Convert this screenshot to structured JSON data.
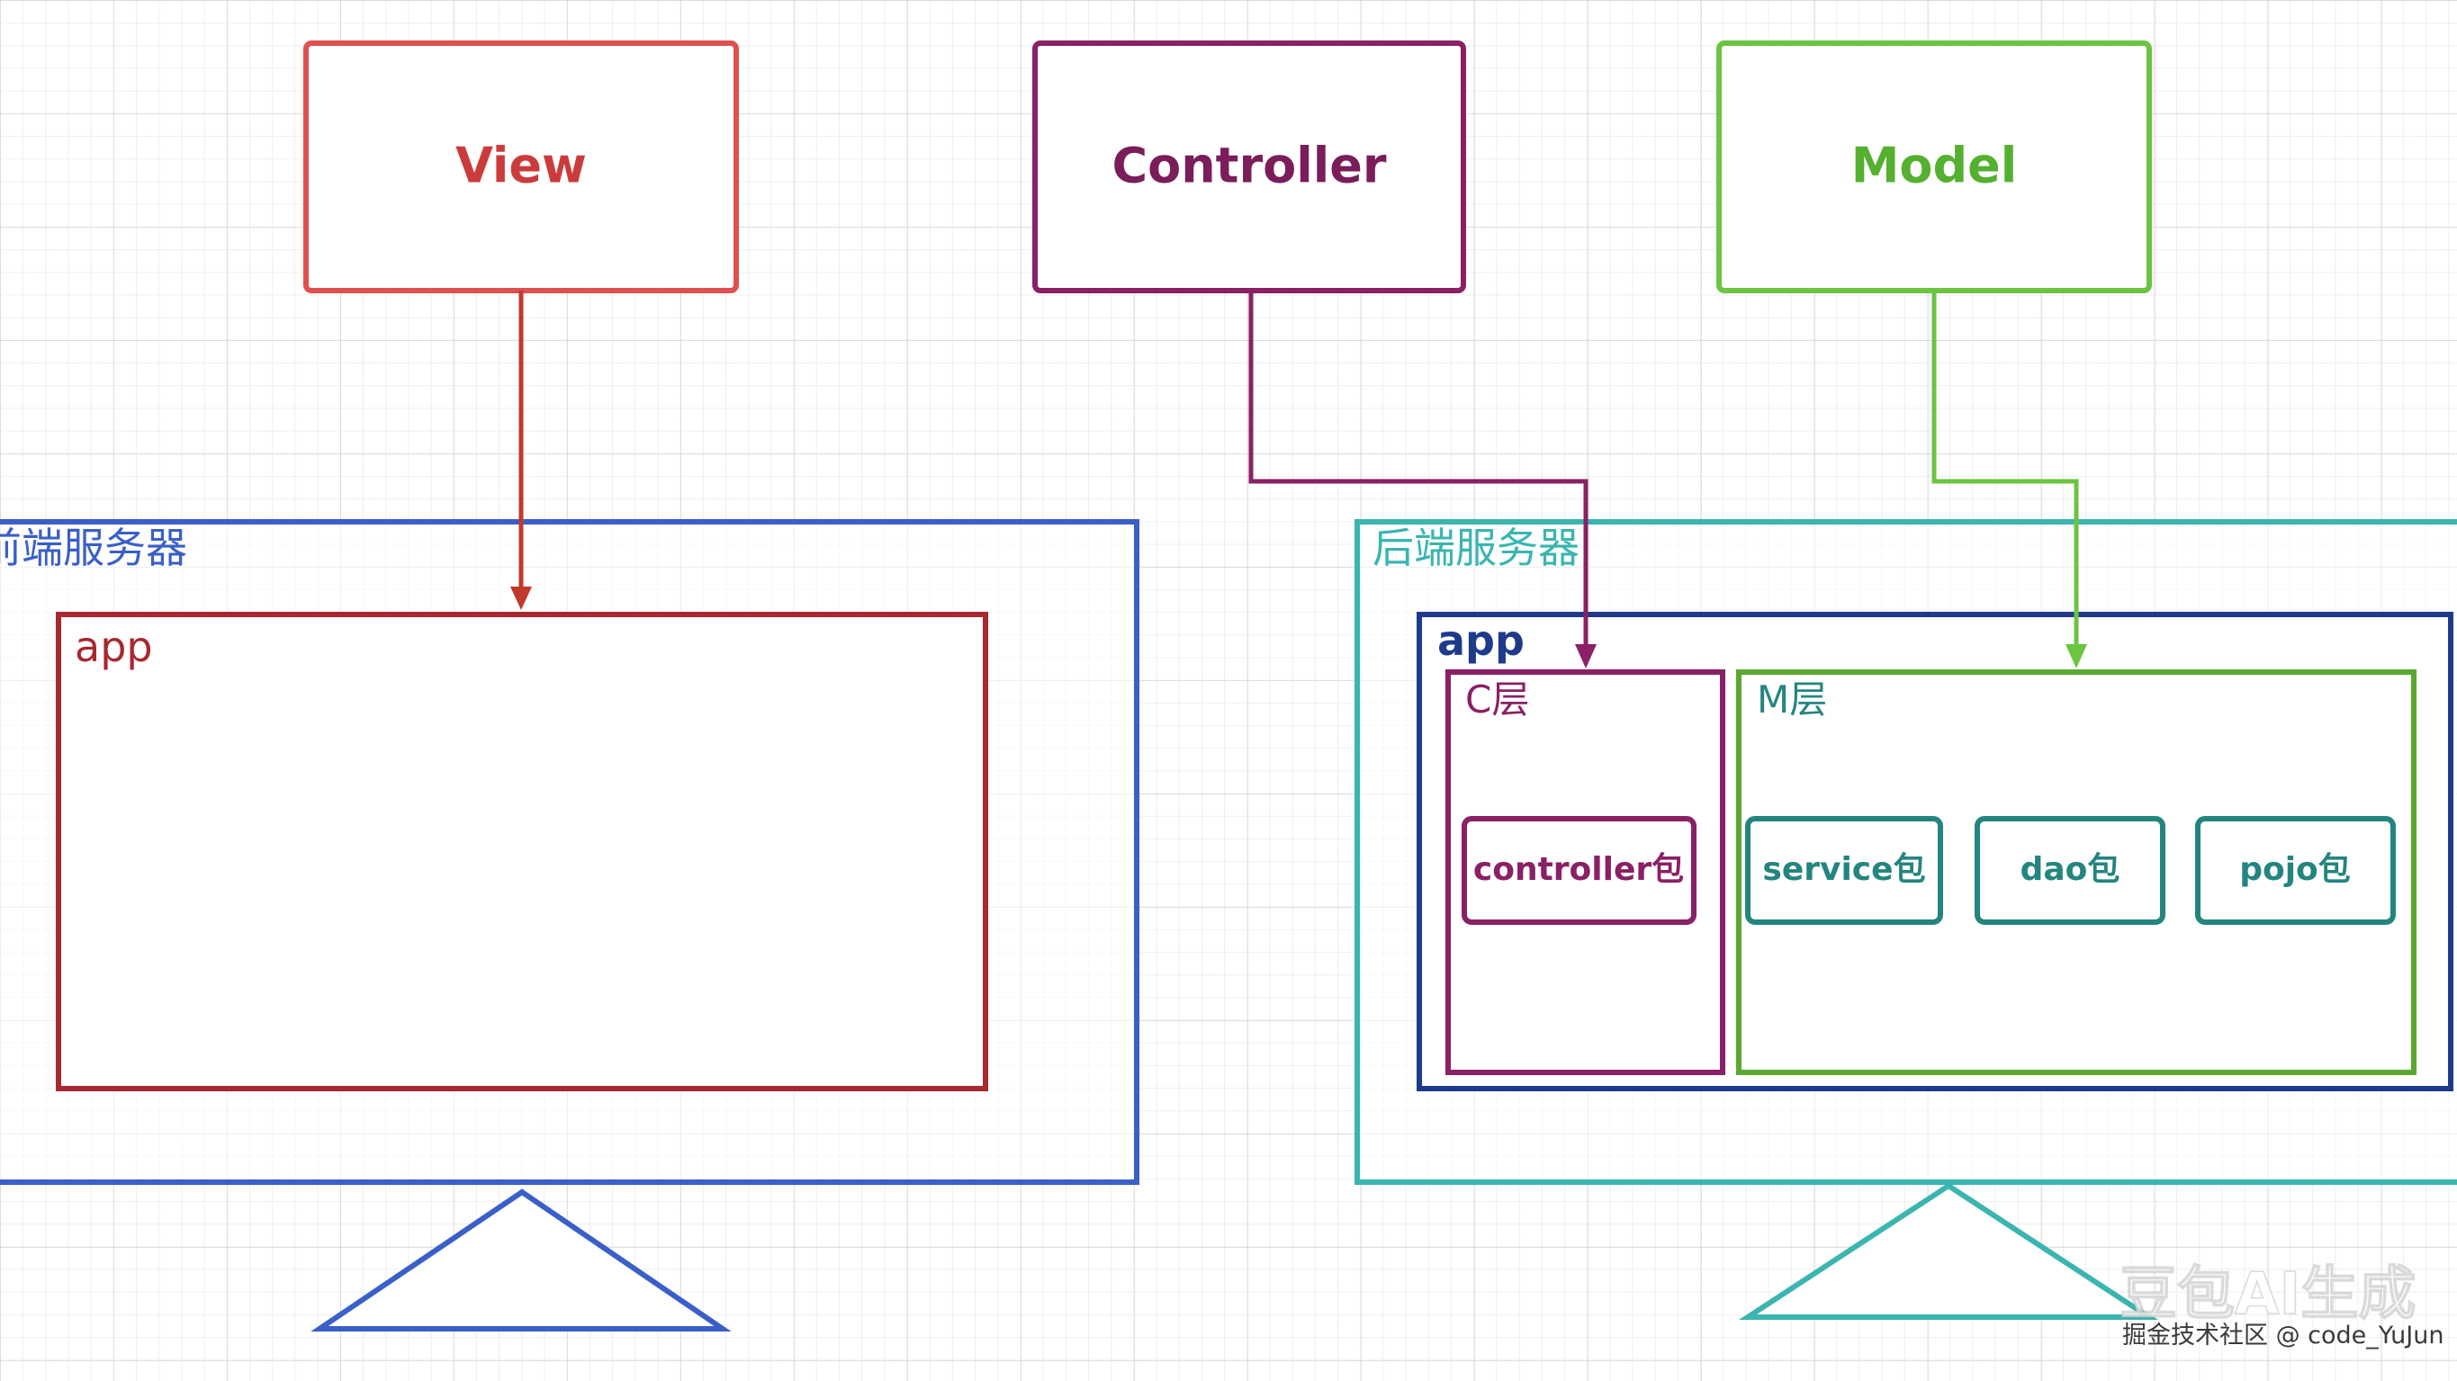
{
  "top_boxes": {
    "view": {
      "label": "View",
      "color": "#e05050"
    },
    "controller": {
      "label": "Controller",
      "color": "#8a2065"
    },
    "model": {
      "label": "Model",
      "color": "#6cc440"
    }
  },
  "frontend": {
    "server_label": "前端服务器",
    "server_color": "#3a5fc8",
    "app_label": "app",
    "app_color": "#a82830"
  },
  "backend": {
    "server_label": "后端服务器",
    "server_color": "#3ab5b0",
    "app_label": "app",
    "app_color": "#1e3a8a",
    "c_layer": {
      "label": "C层",
      "color": "#8a2065",
      "packages": [
        "controller包"
      ]
    },
    "m_layer": {
      "label": "M层",
      "color": "#5aa830",
      "packages": [
        "service包",
        "dao包",
        "pojo包"
      ],
      "package_color": "#24857f"
    }
  },
  "watermark": {
    "main": "豆包AI生成",
    "credit": "掘金技术社区 @ code_YuJun"
  }
}
